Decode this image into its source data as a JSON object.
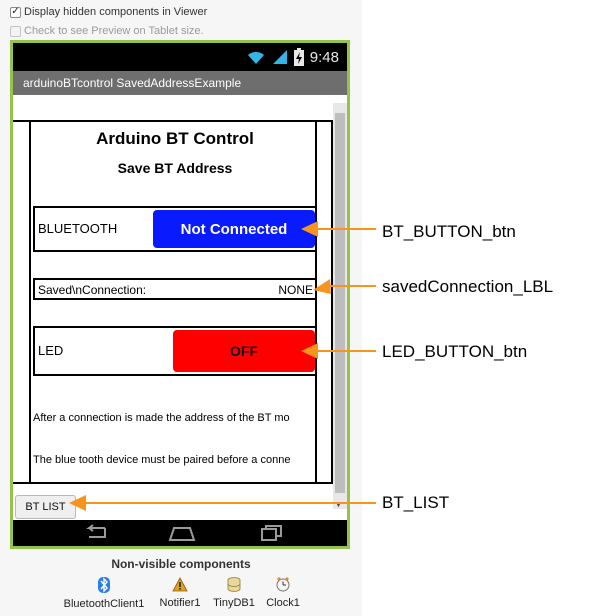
{
  "options": {
    "hidden_components": {
      "label": "Display hidden components in Viewer",
      "checked": true
    },
    "tablet_preview": {
      "label": "Check to see Preview on Tablet size.",
      "checked": false
    }
  },
  "status_bar": {
    "time": "9:48",
    "icons": [
      "wifi-icon",
      "signal-icon",
      "battery-icon"
    ]
  },
  "screen": {
    "title": "arduinoBTcontrol SavedAddressExample"
  },
  "app": {
    "title": "Arduino BT Control",
    "subtitle": "Save BT Address",
    "bluetooth_label": "BLUETOOTH",
    "bt_button": "Not Connected",
    "saved_connection_label": "Saved\\nConnection:",
    "saved_connection_value": "NONE",
    "led_label": "LED",
    "led_button": "OFF",
    "info_1": "After a connection is made the address of the BT mo",
    "info_2": "The blue tooth device must be paired before a conne",
    "bt_list_button": "BT LIST"
  },
  "non_visible": {
    "title": "Non-visible components",
    "items": [
      {
        "label": "BluetoothClient1",
        "icon": "bluetooth-icon"
      },
      {
        "label": "Notifier1",
        "icon": "warning-icon"
      },
      {
        "label": "TinyDB1",
        "icon": "database-icon"
      },
      {
        "label": "Clock1",
        "icon": "clock-icon"
      }
    ]
  },
  "annotations": {
    "bt_button": "BT_BUTTON_btn",
    "saved_connection": "savedConnection_LBL",
    "led_button": "LED_BUTTON_btn",
    "bt_list": "BT_LIST"
  },
  "colors": {
    "phone_border": "#93c34a",
    "bt_button": "#0a1aff",
    "led_button": "#ff0000",
    "arrow": "#f7941d"
  }
}
